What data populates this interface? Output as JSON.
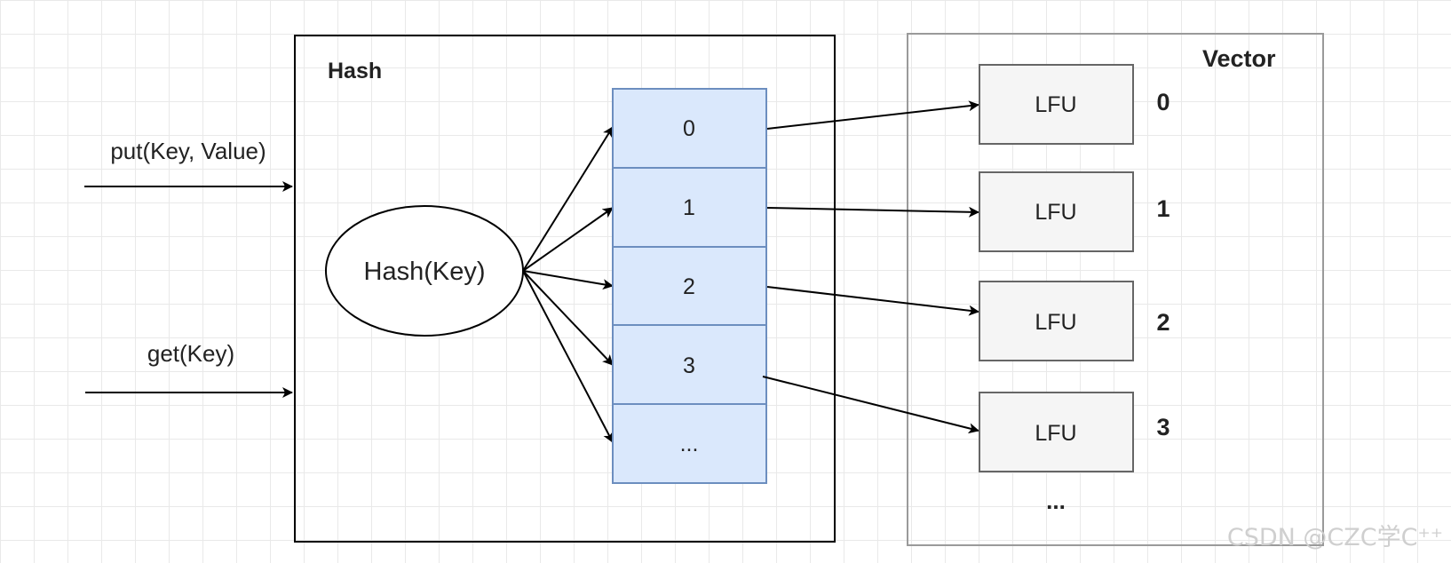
{
  "inputs": {
    "put": "put(Key, Value)",
    "get": "get(Key)"
  },
  "hash": {
    "title": "Hash",
    "function": "Hash(Key)",
    "buckets": [
      "0",
      "1",
      "2",
      "3",
      "..."
    ]
  },
  "vector": {
    "title": "Vector",
    "items": [
      {
        "label": "LFU",
        "index": "0"
      },
      {
        "label": "LFU",
        "index": "1"
      },
      {
        "label": "LFU",
        "index": "2"
      },
      {
        "label": "LFU",
        "index": "3"
      }
    ],
    "more": "..."
  },
  "watermark": "CSDN @CZC学C⁺⁺",
  "colors": {
    "bucket_fill": "#dae8fc",
    "bucket_stroke": "#6c8ebf",
    "lfu_fill": "#f5f5f5",
    "lfu_stroke": "#666666",
    "hash_stroke": "#000000",
    "vector_stroke": "#9a9a9a"
  }
}
